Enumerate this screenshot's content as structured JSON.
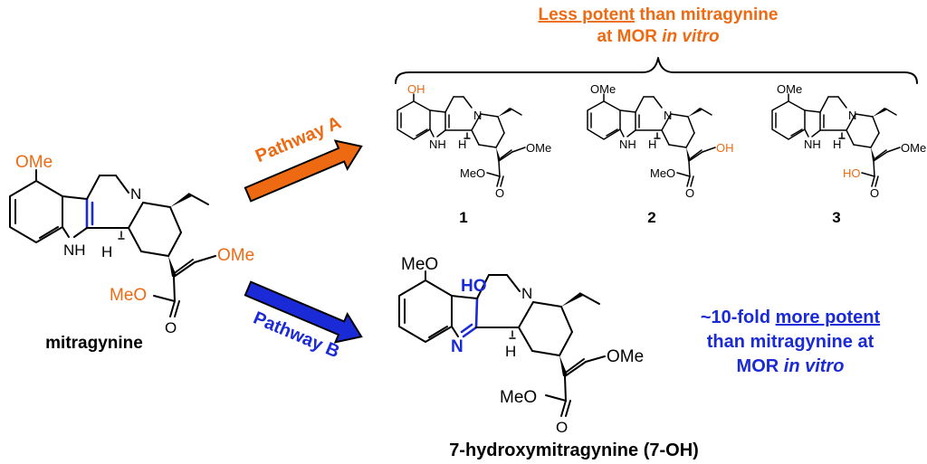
{
  "colors": {
    "orange": "#ee6a12",
    "blue": "#1a2ad6",
    "black": "#000000"
  },
  "header": {
    "line1_underlined": "Less potent",
    "line1_rest": " than mitragynine",
    "line2_a": "at MOR ",
    "line2_italic": "in vitro"
  },
  "mitragynine": {
    "name": "mitragynine",
    "ome": "OMe",
    "nh": "NH",
    "n": "N",
    "h": "H",
    "ome2": "OMe",
    "meo": "MeO",
    "o": "O"
  },
  "pathway_a": {
    "label": "Pathway A"
  },
  "pathway_b": {
    "label": "Pathway B"
  },
  "compounds": [
    {
      "number": "1",
      "top_sub": "OH",
      "nh": "NH",
      "n": "N",
      "h": "H",
      "side": "OMe",
      "ester_left": "MeO",
      "o": "O"
    },
    {
      "number": "2",
      "top_sub": "OMe",
      "nh": "NH",
      "n": "N",
      "h": "H",
      "side": "OH",
      "ester_left": "MeO",
      "o": "O"
    },
    {
      "number": "3",
      "top_sub": "OMe",
      "nh": "NH",
      "n": "N",
      "h": "H",
      "side": "OMe",
      "ester_left": "HO",
      "o": "O"
    }
  ],
  "seven_oh": {
    "meo_top": "MeO",
    "ho": "HO",
    "n_ring": "N",
    "n_imine": "N",
    "h": "H",
    "ome": "OMe",
    "meo_ester": "MeO",
    "o": "O",
    "name": "7-hydroxymitragynine (7-OH)"
  },
  "potency_note": {
    "line1_a": "~10-fold ",
    "line1_underlined": "more potent",
    "line2": "than mitragynine at",
    "line3_a": "MOR ",
    "line3_italic": "in vitro"
  }
}
